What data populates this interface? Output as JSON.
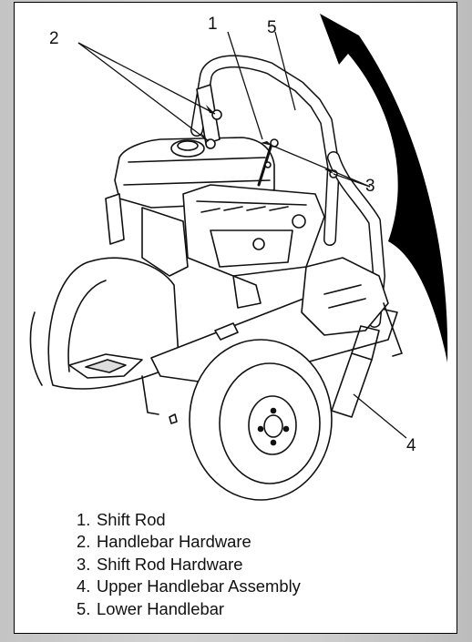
{
  "callouts": [
    "1",
    "2",
    "3",
    "4",
    "5"
  ],
  "legend": [
    {
      "num": "1.",
      "label": "Shift Rod"
    },
    {
      "num": "2.",
      "label": "Handlebar Hardware"
    },
    {
      "num": "3.",
      "label": "Shift Rod Hardware"
    },
    {
      "num": "4.",
      "label": "Upper Handlebar Assembly"
    },
    {
      "num": "5.",
      "label": "Lower Handlebar"
    }
  ],
  "icons": [
    "rotation-arrow-icon"
  ],
  "colors": {
    "line": "#111111",
    "fill": "#ffffff",
    "arrow": "#000000",
    "background": "#c8c8c8"
  }
}
